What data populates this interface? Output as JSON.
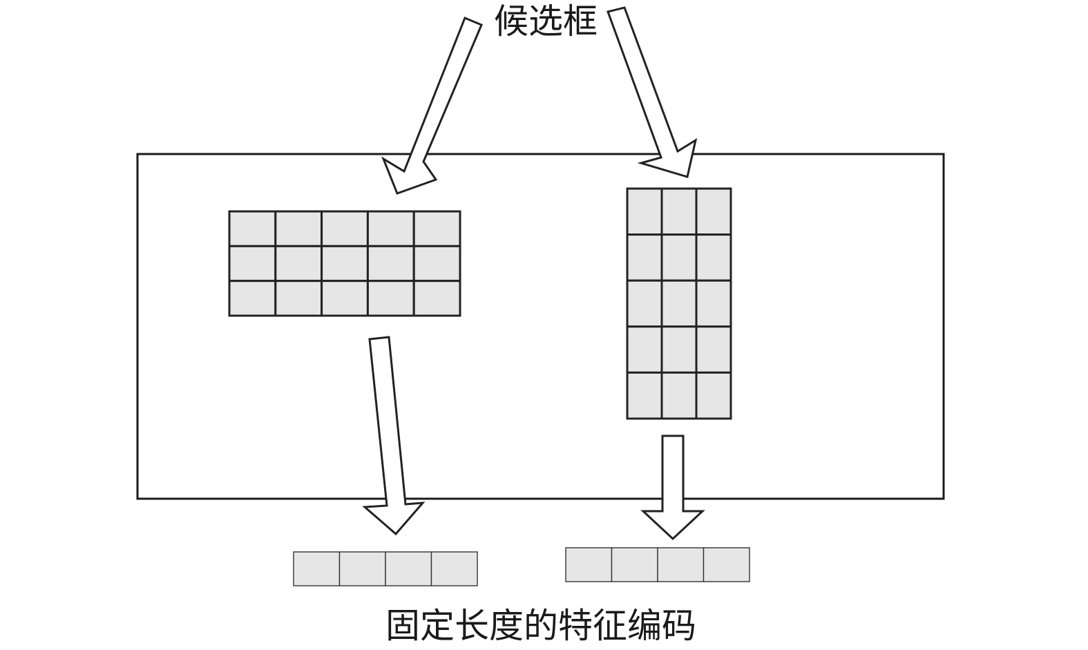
{
  "top_label": "候选框",
  "bottom_label": "固定长度的特征编码",
  "proposals": [
    {
      "rows": 3,
      "cols": 5
    },
    {
      "rows": 5,
      "cols": 3
    }
  ],
  "feature_vectors": [
    {
      "cells": 4
    },
    {
      "cells": 4
    }
  ],
  "colors": {
    "cell_fill": "#e6e6e6",
    "stroke": "#222222",
    "background": "#ffffff"
  }
}
